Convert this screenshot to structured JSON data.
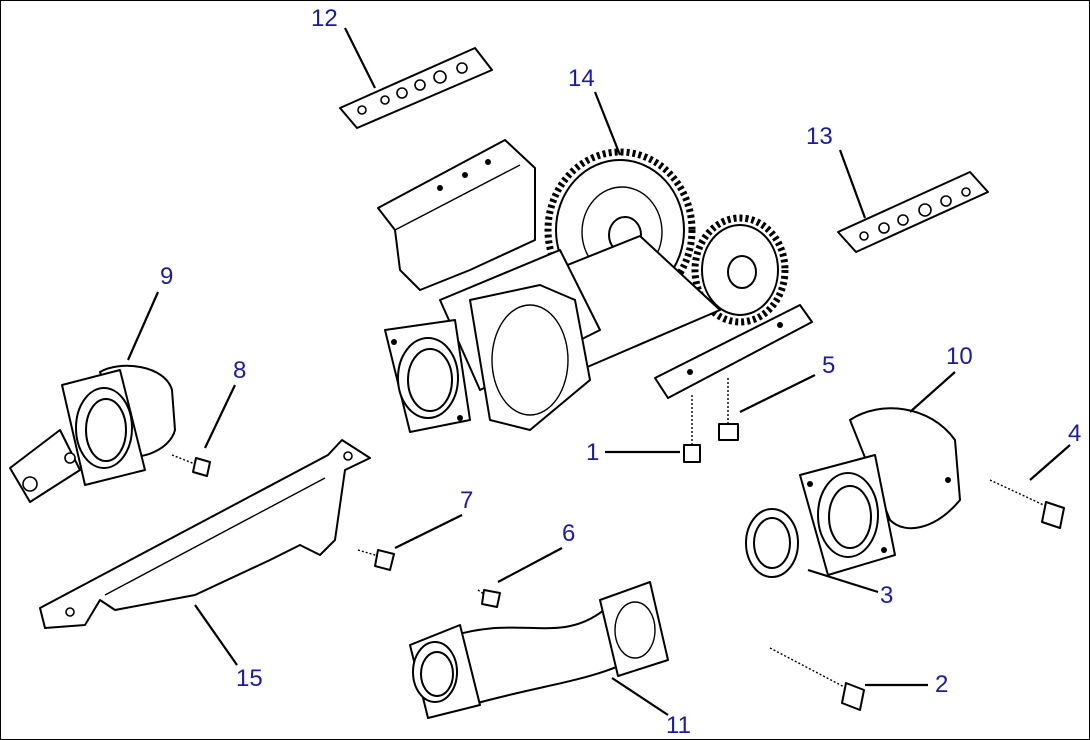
{
  "callouts": {
    "c1": "1",
    "c2": "2",
    "c3": "3",
    "c4": "4",
    "c5": "5",
    "c6": "6",
    "c7": "7",
    "c8": "8",
    "c9": "9",
    "c10": "10",
    "c11": "11",
    "c12": "12",
    "c13": "13",
    "c14": "14",
    "c15": "15"
  },
  "colors": {
    "callout_text": "#1a1aa6",
    "line_art": "#000000",
    "background": "#ffffff"
  }
}
